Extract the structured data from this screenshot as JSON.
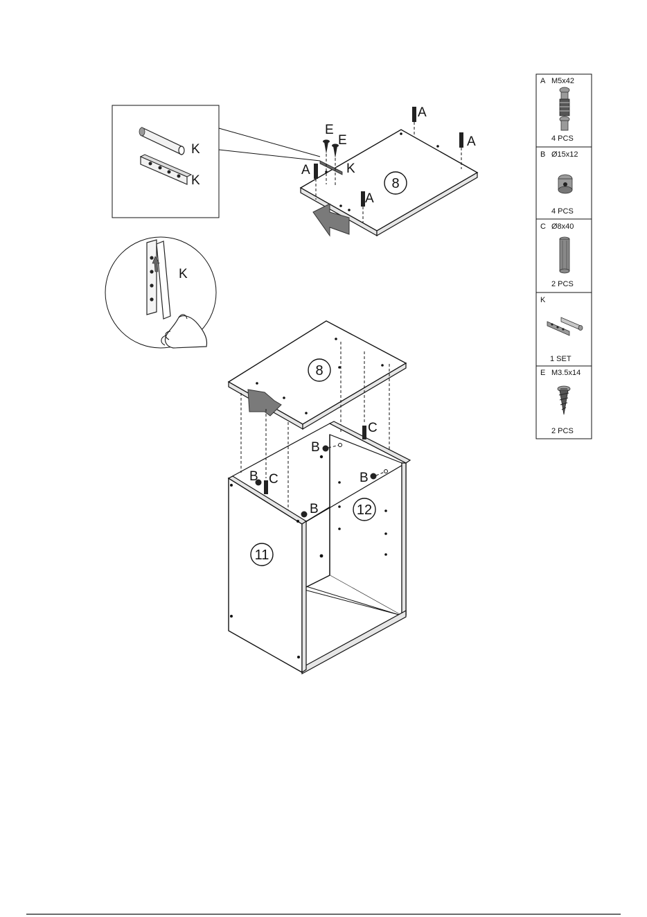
{
  "parts": [
    {
      "letter": "A",
      "size": "M5x42",
      "qty": "4 PCS",
      "icon": "cam-bolt-icon"
    },
    {
      "letter": "B",
      "size": "Ø15x12",
      "qty": "4 PCS",
      "icon": "cam-lock-icon"
    },
    {
      "letter": "C",
      "size": "Ø8x40",
      "qty": "2 PCS",
      "icon": "wooden-dowel-icon"
    },
    {
      "letter": "K",
      "size": "",
      "qty": "1 SET",
      "icon": "hanging-bracket-icon"
    },
    {
      "letter": "E",
      "size": "M3.5x14",
      "qty": "2 PCS",
      "icon": "screw-icon"
    }
  ],
  "labels": {
    "A": "A",
    "B": "B",
    "C": "C",
    "E": "E",
    "K": "K"
  },
  "panels": {
    "top": "8",
    "side": "11",
    "back": "12"
  }
}
